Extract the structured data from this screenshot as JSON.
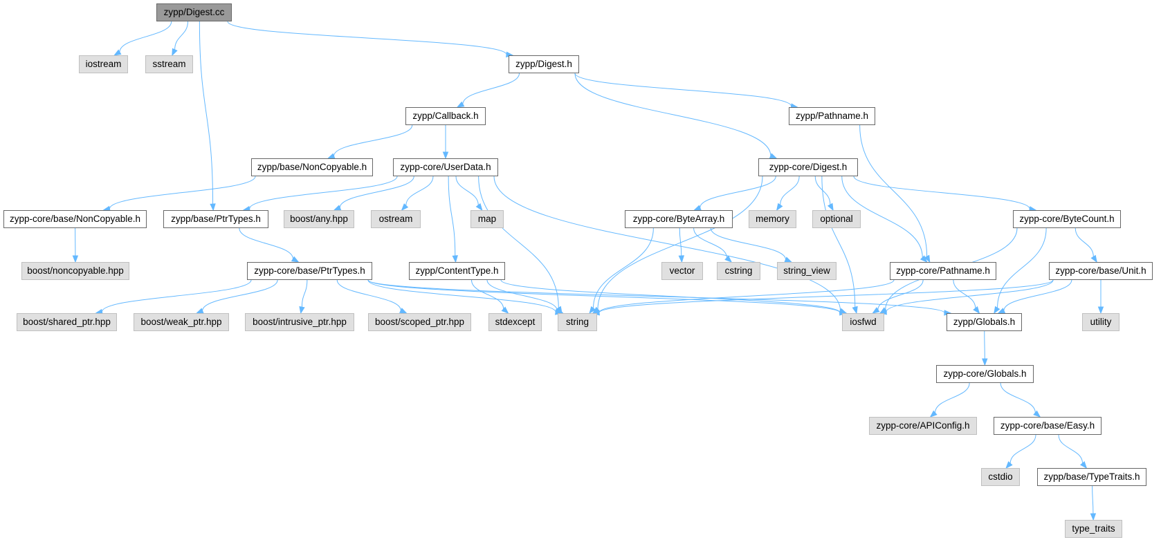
{
  "graph": {
    "title": "zypp/Digest.cc include dependency graph",
    "colors": {
      "edge": "#63b8ff",
      "root_fill": "#999999",
      "local_fill": "#ffffff",
      "system_fill": "#e0e0e0"
    },
    "nodes": [
      {
        "id": "n_digest_cc",
        "label": "zypp/Digest.cc",
        "kind": "root"
      },
      {
        "id": "n_iostream",
        "label": "iostream",
        "kind": "system"
      },
      {
        "id": "n_sstream",
        "label": "sstream",
        "kind": "system"
      },
      {
        "id": "n_zypp_digest_h",
        "label": "zypp/Digest.h",
        "kind": "local"
      },
      {
        "id": "n_callback_h",
        "label": "zypp/Callback.h",
        "kind": "local"
      },
      {
        "id": "n_zypp_pathname_h",
        "label": "zypp/Pathname.h",
        "kind": "local"
      },
      {
        "id": "n_base_noncopyable_h",
        "label": "zypp/base/NonCopyable.h",
        "kind": "local"
      },
      {
        "id": "n_userdata_h",
        "label": "zypp-core/UserData.h",
        "kind": "local"
      },
      {
        "id": "n_core_digest_h",
        "label": "zypp-core/Digest.h",
        "kind": "local"
      },
      {
        "id": "n_core_noncopyable_h",
        "label": "zypp-core/base/NonCopyable.h",
        "kind": "local"
      },
      {
        "id": "n_base_ptrtypes_h",
        "label": "zypp/base/PtrTypes.h",
        "kind": "local"
      },
      {
        "id": "n_boost_any",
        "label": "boost/any.hpp",
        "kind": "system"
      },
      {
        "id": "n_ostream",
        "label": "ostream",
        "kind": "system"
      },
      {
        "id": "n_map",
        "label": "map",
        "kind": "system"
      },
      {
        "id": "n_bytearray_h",
        "label": "zypp-core/ByteArray.h",
        "kind": "local"
      },
      {
        "id": "n_memory",
        "label": "memory",
        "kind": "system"
      },
      {
        "id": "n_optional",
        "label": "optional",
        "kind": "system"
      },
      {
        "id": "n_bytecount_h",
        "label": "zypp-core/ByteCount.h",
        "kind": "local"
      },
      {
        "id": "n_boost_noncopyable",
        "label": "boost/noncopyable.hpp",
        "kind": "system"
      },
      {
        "id": "n_core_ptrtypes_h",
        "label": "zypp-core/base/PtrTypes.h",
        "kind": "local"
      },
      {
        "id": "n_contenttype_h",
        "label": "zypp/ContentType.h",
        "kind": "local"
      },
      {
        "id": "n_vector",
        "label": "vector",
        "kind": "system"
      },
      {
        "id": "n_cstring",
        "label": "cstring",
        "kind": "system"
      },
      {
        "id": "n_string_view",
        "label": "string_view",
        "kind": "system"
      },
      {
        "id": "n_core_pathname_h",
        "label": "zypp-core/Pathname.h",
        "kind": "local"
      },
      {
        "id": "n_unit_h",
        "label": "zypp-core/base/Unit.h",
        "kind": "local"
      },
      {
        "id": "n_shared_ptr",
        "label": "boost/shared_ptr.hpp",
        "kind": "system"
      },
      {
        "id": "n_weak_ptr",
        "label": "boost/weak_ptr.hpp",
        "kind": "system"
      },
      {
        "id": "n_intrusive_ptr",
        "label": "boost/intrusive_ptr.hpp",
        "kind": "system"
      },
      {
        "id": "n_scoped_ptr",
        "label": "boost/scoped_ptr.hpp",
        "kind": "system"
      },
      {
        "id": "n_stdexcept",
        "label": "stdexcept",
        "kind": "system"
      },
      {
        "id": "n_string",
        "label": "string",
        "kind": "system"
      },
      {
        "id": "n_iosfwd",
        "label": "iosfwd",
        "kind": "system"
      },
      {
        "id": "n_zypp_globals_h",
        "label": "zypp/Globals.h",
        "kind": "local"
      },
      {
        "id": "n_utility",
        "label": "utility",
        "kind": "system"
      },
      {
        "id": "n_core_globals_h",
        "label": "zypp-core/Globals.h",
        "kind": "local"
      },
      {
        "id": "n_apiconfig_h",
        "label": "zypp-core/APIConfig.h",
        "kind": "system"
      },
      {
        "id": "n_easy_h",
        "label": "zypp-core/base/Easy.h",
        "kind": "local"
      },
      {
        "id": "n_cstdio",
        "label": "cstdio",
        "kind": "system"
      },
      {
        "id": "n_typetraits_h",
        "label": "zypp/base/TypeTraits.h",
        "kind": "local"
      },
      {
        "id": "n_type_traits",
        "label": "type_traits",
        "kind": "system"
      }
    ],
    "edges": [
      [
        "n_digest_cc",
        "n_iostream"
      ],
      [
        "n_digest_cc",
        "n_sstream"
      ],
      [
        "n_digest_cc",
        "n_zypp_digest_h"
      ],
      [
        "n_digest_cc",
        "n_base_ptrtypes_h"
      ],
      [
        "n_zypp_digest_h",
        "n_callback_h"
      ],
      [
        "n_zypp_digest_h",
        "n_zypp_pathname_h"
      ],
      [
        "n_zypp_digest_h",
        "n_core_digest_h"
      ],
      [
        "n_callback_h",
        "n_base_noncopyable_h"
      ],
      [
        "n_callback_h",
        "n_userdata_h"
      ],
      [
        "n_zypp_pathname_h",
        "n_core_pathname_h"
      ],
      [
        "n_base_noncopyable_h",
        "n_core_noncopyable_h"
      ],
      [
        "n_core_noncopyable_h",
        "n_boost_noncopyable"
      ],
      [
        "n_userdata_h",
        "n_base_ptrtypes_h"
      ],
      [
        "n_userdata_h",
        "n_boost_any"
      ],
      [
        "n_userdata_h",
        "n_ostream"
      ],
      [
        "n_userdata_h",
        "n_map"
      ],
      [
        "n_userdata_h",
        "n_contenttype_h"
      ],
      [
        "n_userdata_h",
        "n_string"
      ],
      [
        "n_userdata_h",
        "n_iosfwd"
      ],
      [
        "n_base_ptrtypes_h",
        "n_core_ptrtypes_h"
      ],
      [
        "n_core_ptrtypes_h",
        "n_shared_ptr"
      ],
      [
        "n_core_ptrtypes_h",
        "n_weak_ptr"
      ],
      [
        "n_core_ptrtypes_h",
        "n_intrusive_ptr"
      ],
      [
        "n_core_ptrtypes_h",
        "n_scoped_ptr"
      ],
      [
        "n_core_ptrtypes_h",
        "n_string"
      ],
      [
        "n_core_ptrtypes_h",
        "n_iosfwd"
      ],
      [
        "n_core_ptrtypes_h",
        "n_zypp_globals_h"
      ],
      [
        "n_contenttype_h",
        "n_stdexcept"
      ],
      [
        "n_contenttype_h",
        "n_string"
      ],
      [
        "n_contenttype_h",
        "n_iosfwd"
      ],
      [
        "n_core_digest_h",
        "n_string"
      ],
      [
        "n_core_digest_h",
        "n_bytearray_h"
      ],
      [
        "n_core_digest_h",
        "n_memory"
      ],
      [
        "n_core_digest_h",
        "n_optional"
      ],
      [
        "n_core_digest_h",
        "n_iosfwd"
      ],
      [
        "n_core_digest_h",
        "n_core_pathname_h"
      ],
      [
        "n_core_digest_h",
        "n_bytecount_h"
      ],
      [
        "n_bytearray_h",
        "n_string"
      ],
      [
        "n_bytearray_h",
        "n_vector"
      ],
      [
        "n_bytearray_h",
        "n_cstring"
      ],
      [
        "n_bytearray_h",
        "n_string_view"
      ],
      [
        "n_bytecount_h",
        "n_iosfwd"
      ],
      [
        "n_bytecount_h",
        "n_unit_h"
      ],
      [
        "n_bytecount_h",
        "n_zypp_globals_h"
      ],
      [
        "n_core_pathname_h",
        "n_string"
      ],
      [
        "n_core_pathname_h",
        "n_iosfwd"
      ],
      [
        "n_core_pathname_h",
        "n_zypp_globals_h"
      ],
      [
        "n_unit_h",
        "n_string"
      ],
      [
        "n_unit_h",
        "n_iosfwd"
      ],
      [
        "n_unit_h",
        "n_zypp_globals_h"
      ],
      [
        "n_unit_h",
        "n_utility"
      ],
      [
        "n_zypp_globals_h",
        "n_core_globals_h"
      ],
      [
        "n_core_globals_h",
        "n_apiconfig_h"
      ],
      [
        "n_core_globals_h",
        "n_easy_h"
      ],
      [
        "n_easy_h",
        "n_cstdio"
      ],
      [
        "n_easy_h",
        "n_typetraits_h"
      ],
      [
        "n_typetraits_h",
        "n_type_traits"
      ]
    ]
  }
}
